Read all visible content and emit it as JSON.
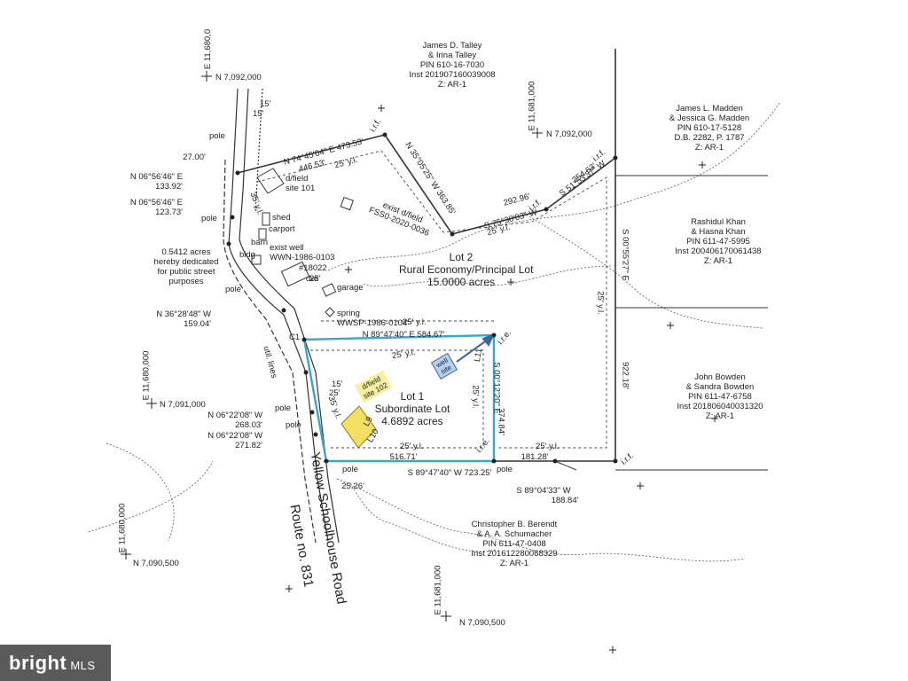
{
  "colors": {
    "line": "#333333",
    "highlight": "#3aa6c9",
    "drainfield": "#f3e063",
    "well": "#3a66a8",
    "brand_bg": "#5a5a5a"
  },
  "neighbors": {
    "talley": [
      "James D. Talley",
      "& Irina Talley",
      "PIN 610-16-7030",
      "Inst 201907160039008",
      "Z: AR-1"
    ],
    "madden": [
      "James L. Madden",
      "& Jessica G. Madden",
      "PIN 610-17-5128",
      "D.B. 2282, P. 1787",
      "Z: AR-1"
    ],
    "khan": [
      "Rashidul Khan",
      "& Hasna Khan",
      "PIN 611-47-5995",
      "Inst 200406170061438",
      "Z: AR-1"
    ],
    "bowden": [
      "John Bowden",
      "& Sandra Bowden",
      "PIN 611-47-6758",
      "Inst 201806040031320",
      "Z: AR-1"
    ],
    "berendt": [
      "Christopher B. Berendt",
      "& A. A. Schumacher",
      "PIN 611-47-0408",
      "Inst 201612280088329",
      "Z: AR-1"
    ]
  },
  "lots": {
    "lot2": [
      "Lot 2",
      "Rural Economy/Principal Lot",
      "15.0000 acres"
    ],
    "lot1": [
      "Lot 1",
      "Subordinate Lot",
      "4.6892 acres"
    ]
  },
  "dedication": [
    "0.5412 acres",
    "hereby dedicated",
    "for public street",
    "purposes"
  ],
  "road": [
    "Yellow Schoolhouse Road",
    "Route no. 831"
  ],
  "bearings": {
    "b1": "N 74°45'04\" E  473.53'",
    "b1b": "446.53'",
    "b2": "N 35°05'25\" W  363.85'",
    "b3": "292.96'",
    "b3b": "S 75°30'03\" W",
    "b4": "254.63'",
    "b4b": "S 51°53'37\" W",
    "b5": "N 89°47'40\" E  584.67'",
    "b6": "S 00°12'20\" E",
    "b6b": "374.84'",
    "b7": "S 89°47'40\" W  723.25'",
    "b8": "S 00°55'27\" E",
    "b9": "922.18'",
    "b10": "S 89°04'33\" W",
    "b10b": "188.84'",
    "b11": "516.71'",
    "b12": "181.28'",
    "b13": "25.26'",
    "w1": "N 06°56'46\" E",
    "w1b": "133.92'",
    "w2": "N 06°56'46\" E",
    "w2b": "123.73'",
    "w3": "N 36°28'48\" W",
    "w3b": "159.04'",
    "w4": "N 06°22'08\" W",
    "w4b": "268.03'",
    "w5": "N 06°22'08\" W",
    "w5b": "271.82'",
    "w6": "27.00'"
  },
  "features": {
    "shed": "shed",
    "carport": "carport",
    "barn": "barn",
    "bldg": "bldg",
    "exist_well": [
      "exist well",
      "WWN-1986-0103"
    ],
    "house_no": "#18022",
    "dwl": "dwl",
    "garage": "garage",
    "spring": [
      "spring",
      "WWSP-1986-0104"
    ],
    "exist_dfield": [
      "exist d/field",
      "FSS0-2020-0036"
    ],
    "dfield101": [
      "d/field",
      "site 101"
    ],
    "dfield102": [
      "d/field",
      "site 102"
    ],
    "well_site": [
      "well",
      "site"
    ],
    "pole": "pole",
    "irf": "i.r.f.",
    "ire": "i.r.e.",
    "yl25": "25' y.l.",
    "yl35": "35' y.l.",
    "l15": "15'",
    "l25": "25'",
    "l11": "L11",
    "l9": "L9",
    "l10": "L10",
    "util": "util. lines",
    "c_label": "C1"
  },
  "grid_ticks": {
    "e1": "E 11,680,0",
    "n1": "N 7,092,000",
    "e2": "E 11,681,000",
    "n2": "N 7,092,000",
    "e3": "E 11,680,000",
    "n3": "N 7,091,000",
    "e4": "E 11,680,000",
    "n4": "N 7,090,500",
    "e5": "E 11,681,000",
    "n5": "N 7,090,500"
  },
  "brand": {
    "name": "bright",
    "suffix": "MLS"
  }
}
